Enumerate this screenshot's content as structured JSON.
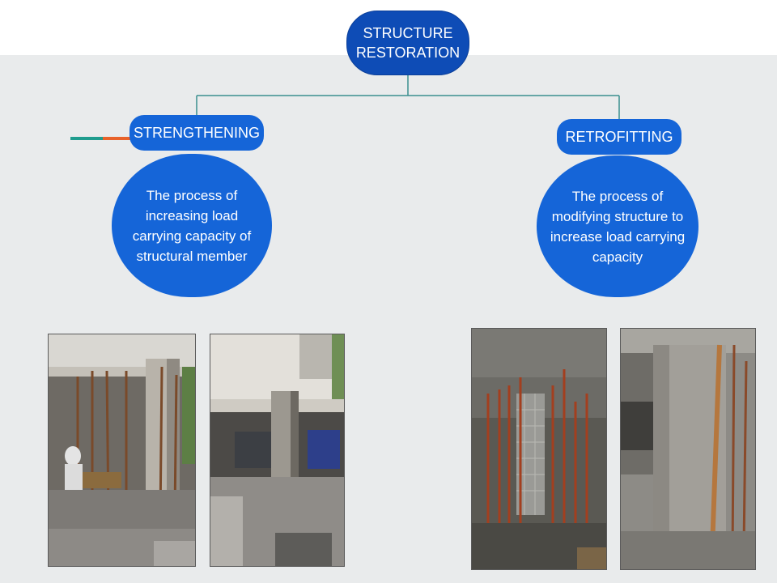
{
  "root": {
    "label": "STRUCTURE\nRESTORATION"
  },
  "branches": [
    {
      "label": "STRENGTHENING",
      "definition": [
        "The process of",
        "increasing load",
        "carrying capacity of",
        "structural member"
      ]
    },
    {
      "label": "RETROFITTING",
      "definition": [
        "The process of",
        "modifying structure to",
        "increase load carrying",
        "capacity"
      ]
    }
  ],
  "colors": {
    "root": "#0e4cb6",
    "node": "#1565d8",
    "connector": "#3a8f8f",
    "background": "#e9ebec",
    "accent_teal": "#1f9c8e",
    "accent_orange": "#e8622a"
  },
  "photos": [
    {
      "name": "strengthening-photo-1",
      "subject": "column-props-under-building"
    },
    {
      "name": "strengthening-photo-2",
      "subject": "parking-with-jacketed-column"
    },
    {
      "name": "retrofitting-photo-1",
      "subject": "column-cage-with-props"
    },
    {
      "name": "retrofitting-photo-2",
      "subject": "jacketed-concrete-column"
    }
  ]
}
